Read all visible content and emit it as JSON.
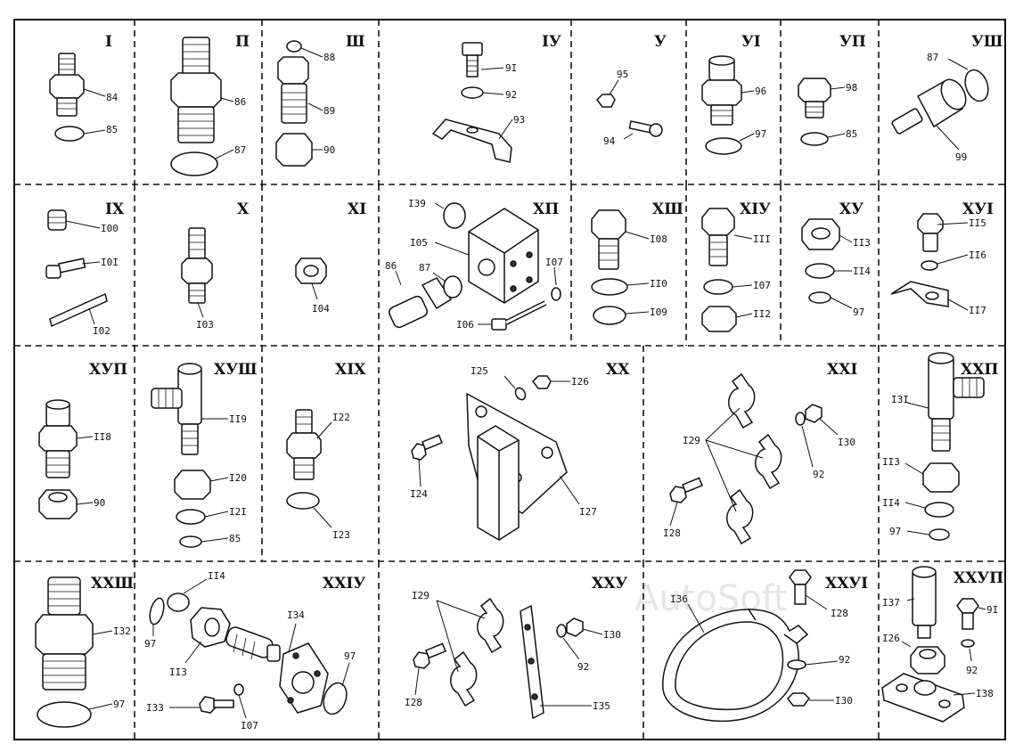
{
  "watermark": "AutoSoft",
  "cells": [
    {
      "id": "c1",
      "title": "I",
      "labels": [
        "84",
        "85"
      ]
    },
    {
      "id": "c2",
      "title": "П",
      "labels": [
        "86",
        "87"
      ]
    },
    {
      "id": "c3",
      "title": "Ш",
      "labels": [
        "88",
        "89",
        "90"
      ]
    },
    {
      "id": "c4",
      "title": "IУ",
      "labels": [
        "9I",
        "92",
        "93"
      ]
    },
    {
      "id": "c5",
      "title": "У",
      "labels": [
        "95",
        "94"
      ]
    },
    {
      "id": "c6",
      "title": "УI",
      "labels": [
        "96",
        "97"
      ]
    },
    {
      "id": "c7",
      "title": "УП",
      "labels": [
        "98",
        "85"
      ]
    },
    {
      "id": "c8",
      "title": "УШ",
      "labels": [
        "87",
        "99"
      ]
    },
    {
      "id": "c9",
      "title": "IХ",
      "labels": [
        "I00",
        "I0I",
        "I02"
      ]
    },
    {
      "id": "c10",
      "title": "Х",
      "labels": [
        "I03"
      ]
    },
    {
      "id": "c11",
      "title": "ХI",
      "labels": [
        "I04"
      ]
    },
    {
      "id": "c12",
      "title": "ХП",
      "labels": [
        "I39",
        "I05",
        "86",
        "87",
        "I07",
        "I06"
      ]
    },
    {
      "id": "c13",
      "title": "ХШ",
      "labels": [
        "I08",
        "II0",
        "I09"
      ]
    },
    {
      "id": "c14",
      "title": "ХIУ",
      "labels": [
        "III",
        "I07",
        "II2"
      ]
    },
    {
      "id": "c15",
      "title": "ХУ",
      "labels": [
        "II3",
        "II4",
        "97"
      ]
    },
    {
      "id": "c16",
      "title": "ХУI",
      "labels": [
        "II5",
        "II6",
        "II7"
      ]
    },
    {
      "id": "c17",
      "title": "ХУП",
      "labels": [
        "II8",
        "90"
      ]
    },
    {
      "id": "c18",
      "title": "ХУШ",
      "labels": [
        "II9",
        "I20",
        "I2I",
        "85"
      ]
    },
    {
      "id": "c19",
      "title": "ХIХ",
      "labels": [
        "I22",
        "I23"
      ]
    },
    {
      "id": "c20",
      "title": "ХХ",
      "labels": [
        "I25",
        "I26",
        "I24",
        "I27"
      ]
    },
    {
      "id": "c21",
      "title": "ХХI",
      "labels": [
        "I29",
        "92",
        "I30",
        "I28"
      ]
    },
    {
      "id": "c22",
      "title": "ХХП",
      "labels": [
        "I3I",
        "II3",
        "II4",
        "97"
      ]
    },
    {
      "id": "c23",
      "title": "ХХШ",
      "labels": [
        "I32",
        "97"
      ]
    },
    {
      "id": "c24",
      "title": "ХХIУ",
      "labels": [
        "II4",
        "97",
        "I34",
        "II3",
        "97",
        "I33",
        "I07"
      ]
    },
    {
      "id": "c25",
      "title": "ХХУ",
      "labels": [
        "I29",
        "I30",
        "92",
        "I28",
        "I35"
      ]
    },
    {
      "id": "c26",
      "title": "ХХУI",
      "labels": [
        "I36",
        "I28",
        "92",
        "I30"
      ]
    },
    {
      "id": "c27",
      "title": "ХХУП",
      "labels": [
        "I37",
        "9I",
        "I26",
        "92",
        "I38"
      ]
    }
  ]
}
